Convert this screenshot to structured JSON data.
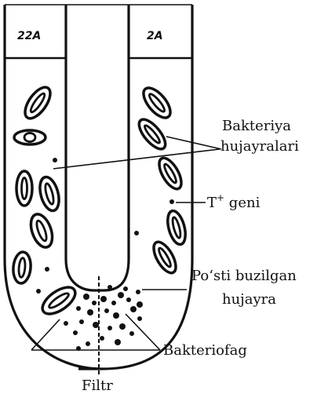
{
  "tube_labels": {
    "left": "22A",
    "right": "2A"
  },
  "labels": {
    "bacteria_cells_line1": "Bakteriya",
    "bacteria_cells_line2": "hujayralari",
    "gene_prefix": "T",
    "gene_superscript": "+",
    "gene_suffix": " geni",
    "lysed_line1": "Po‘sti buzilgan",
    "lysed_line2": "hujayra",
    "bacteriophage": "Bakteriofag",
    "filter": "Filtr"
  }
}
